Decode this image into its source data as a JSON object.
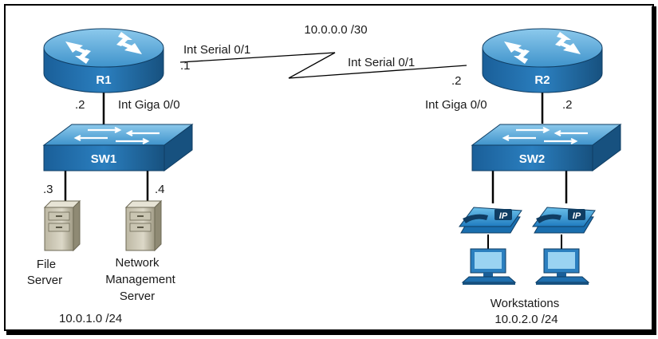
{
  "network": {
    "wan_subnet": "10.0.0.0 /30",
    "r1": {
      "name": "R1",
      "serial_label": "Int Serial 0/1",
      "serial_ip": ".1",
      "giga_label": "Int Giga 0/0",
      "giga_ip": ".2"
    },
    "r2": {
      "name": "R2",
      "serial_label": "Int Serial 0/1",
      "serial_ip": ".2",
      "giga_label": "Int Giga 0/0",
      "giga_ip": ".2"
    },
    "sw1": {
      "name": "SW1"
    },
    "sw2": {
      "name": "SW2"
    },
    "file_server": {
      "ip": ".3",
      "label_line1": "File",
      "label_line2": "Server"
    },
    "nms_server": {
      "ip": ".4",
      "label_line1": "Network",
      "label_line2": "Management",
      "label_line3": "Server"
    },
    "phone_badge": "IP",
    "lan1_subnet": "10.0.1.0 /24",
    "lan2_label": "Workstations",
    "lan2_subnet": "10.0.2.0 /24",
    "colors": {
      "device_top": "#5aaad6",
      "device_body": "#1f6fae",
      "device_dark": "#17517f",
      "server_light": "#d8d4c4",
      "server_dark": "#a39e88",
      "frame": "#000000"
    },
    "icons": [
      "router-icon",
      "switch-icon",
      "server-icon",
      "ip-phone-icon",
      "workstation-icon"
    ]
  }
}
